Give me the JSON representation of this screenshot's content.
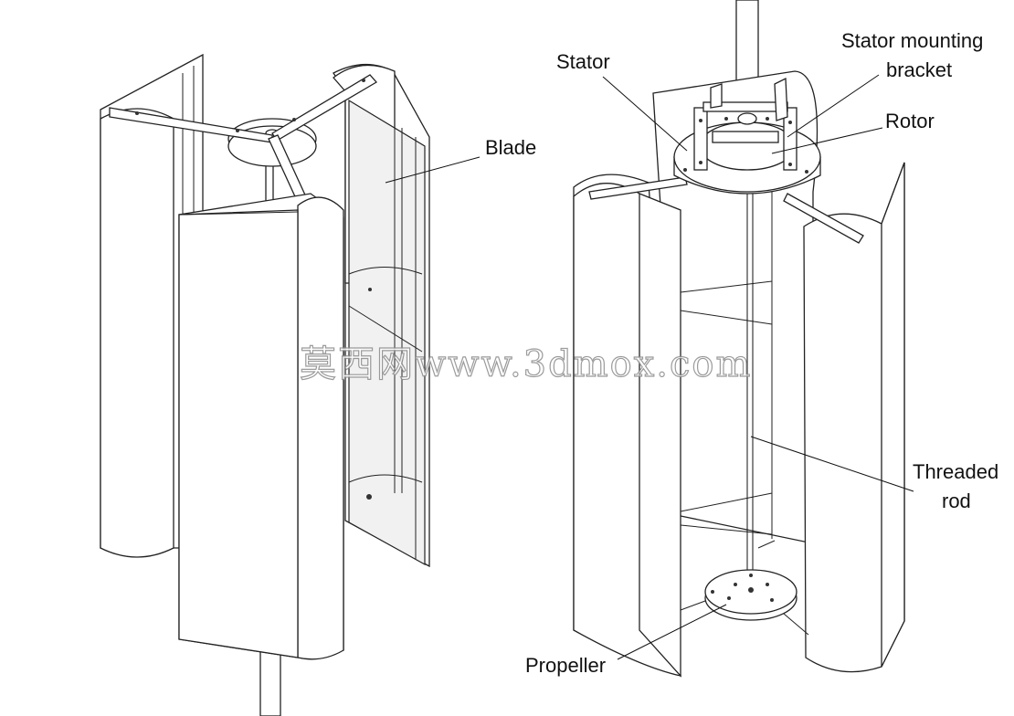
{
  "labels": {
    "blade": "Blade",
    "stator": "Stator",
    "stator_mounting_bracket_line1": "Stator mounting",
    "stator_mounting_bracket_line2": "bracket",
    "rotor": "Rotor",
    "threaded_rod_line1": "Threaded",
    "threaded_rod_line2": "rod",
    "propeller": "Propeller"
  },
  "watermark": "莫西网www.3dmox.com"
}
